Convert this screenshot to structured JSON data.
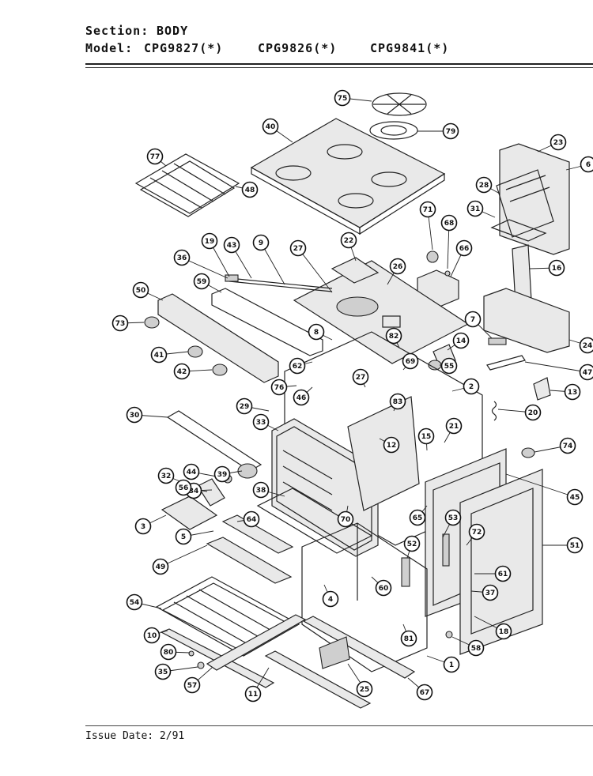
{
  "header": {
    "section_label": "Section:",
    "section_value": "BODY",
    "model_label": "Model:",
    "models": [
      "CPG9827(*)",
      "CPG9826(*)",
      "CPG9841(*)"
    ]
  },
  "footer": {
    "issue_date": "Issue Date: 2/91"
  },
  "callouts": [
    {
      "label": "75"
    },
    {
      "label": "79"
    },
    {
      "label": "40"
    },
    {
      "label": "23"
    },
    {
      "label": "6"
    },
    {
      "label": "77"
    },
    {
      "label": "48"
    },
    {
      "label": "28"
    },
    {
      "label": "31"
    },
    {
      "label": "71"
    },
    {
      "label": "68"
    },
    {
      "label": "66"
    },
    {
      "label": "16"
    },
    {
      "label": "19"
    },
    {
      "label": "43"
    },
    {
      "label": "9"
    },
    {
      "label": "27"
    },
    {
      "label": "22"
    },
    {
      "label": "26"
    },
    {
      "label": "36"
    },
    {
      "label": "59"
    },
    {
      "label": "50"
    },
    {
      "label": "73"
    },
    {
      "label": "7"
    },
    {
      "label": "24"
    },
    {
      "label": "8"
    },
    {
      "label": "82"
    },
    {
      "label": "14"
    },
    {
      "label": "41"
    },
    {
      "label": "69"
    },
    {
      "label": "55"
    },
    {
      "label": "62"
    },
    {
      "label": "47"
    },
    {
      "label": "42"
    },
    {
      "label": "27"
    },
    {
      "label": "2"
    },
    {
      "label": "76"
    },
    {
      "label": "46"
    },
    {
      "label": "13"
    },
    {
      "label": "83"
    },
    {
      "label": "29"
    },
    {
      "label": "20"
    },
    {
      "label": "30"
    },
    {
      "label": "33"
    },
    {
      "label": "12"
    },
    {
      "label": "15"
    },
    {
      "label": "21"
    },
    {
      "label": "74"
    },
    {
      "label": "44"
    },
    {
      "label": "39"
    },
    {
      "label": "34"
    },
    {
      "label": "32"
    },
    {
      "label": "56"
    },
    {
      "label": "45"
    },
    {
      "label": "38"
    },
    {
      "label": "65"
    },
    {
      "label": "53"
    },
    {
      "label": "3"
    },
    {
      "label": "64"
    },
    {
      "label": "70"
    },
    {
      "label": "72"
    },
    {
      "label": "5"
    },
    {
      "label": "51"
    },
    {
      "label": "52"
    },
    {
      "label": "49"
    },
    {
      "label": "61"
    },
    {
      "label": "37"
    },
    {
      "label": "54"
    },
    {
      "label": "4"
    },
    {
      "label": "60"
    },
    {
      "label": "18"
    },
    {
      "label": "10"
    },
    {
      "label": "81"
    },
    {
      "label": "58"
    },
    {
      "label": "80"
    },
    {
      "label": "1"
    },
    {
      "label": "35"
    },
    {
      "label": "57"
    },
    {
      "label": "25"
    },
    {
      "label": "11"
    },
    {
      "label": "67"
    }
  ]
}
